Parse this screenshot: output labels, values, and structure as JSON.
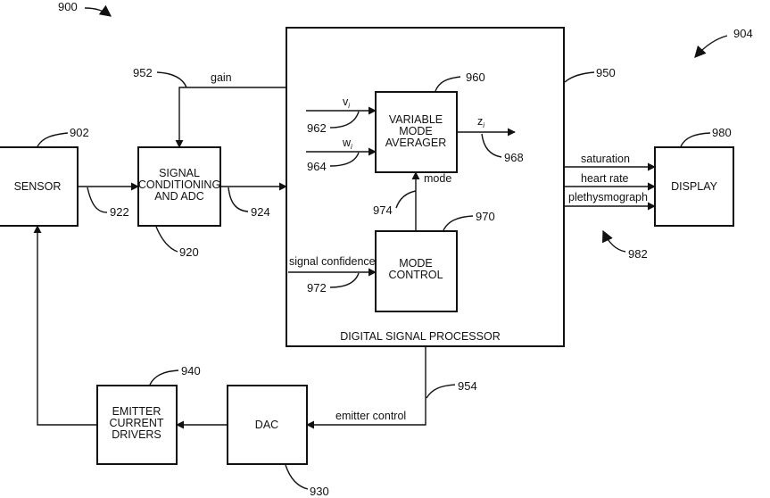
{
  "figure_ref": "900",
  "ref_904": "904",
  "blocks": {
    "sensor": {
      "label": [
        "SENSOR"
      ],
      "ref": "902"
    },
    "sig_cond": {
      "label": [
        "SIGNAL",
        "CONDITIONING",
        "AND ADC"
      ],
      "ref": "920"
    },
    "dsp": {
      "label": [
        "DIGITAL SIGNAL PROCESSOR"
      ],
      "ref": "950"
    },
    "vma": {
      "label": [
        "VARIABLE",
        "MODE",
        "AVERAGER"
      ],
      "ref": "960"
    },
    "mode_ctrl": {
      "label": [
        "MODE",
        "CONTROL"
      ],
      "ref": "970"
    },
    "display": {
      "label": [
        "DISPLAY"
      ],
      "ref": "980"
    },
    "emitter": {
      "label": [
        "EMITTER",
        "CURRENT",
        "DRIVERS"
      ],
      "ref": "940"
    },
    "dac": {
      "label": [
        "DAC"
      ],
      "ref": "930"
    }
  },
  "signals": {
    "gain": {
      "label": "gain",
      "ref": "952"
    },
    "sensor_out": {
      "ref": "922"
    },
    "adc_out": {
      "ref": "924"
    },
    "vi": {
      "label": "v",
      "sub": "i",
      "ref": "962"
    },
    "wi": {
      "label": "w",
      "sub": "i",
      "ref": "964"
    },
    "zi": {
      "label": "z",
      "sub": "i",
      "ref": "968"
    },
    "mode": {
      "label": "mode",
      "ref": "974"
    },
    "signal_confidence": {
      "label": "signal confidence",
      "ref": "972"
    },
    "emitter_control": {
      "label": "emitter control",
      "ref": "954"
    },
    "outputs": {
      "labels": [
        "saturation",
        "heart rate",
        "plethysmograph"
      ],
      "ref": "982"
    }
  }
}
